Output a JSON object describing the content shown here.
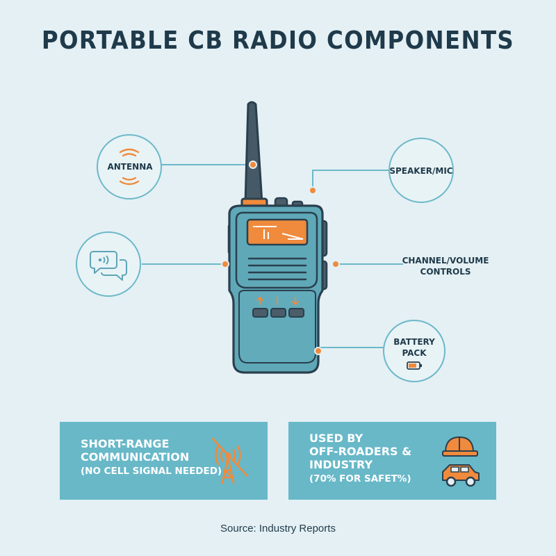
{
  "title": "PORTABLE CB RADIO COMPONENTS",
  "callouts": {
    "antenna": "ANTENNA",
    "speaker_mic": "SPEAKER/MIC",
    "channel_volume_line1": "CHANNEL/VOLUME",
    "channel_volume_line2": "CONTROLS",
    "battery_line1": "BATTERY",
    "battery_line2": "PACK"
  },
  "panels": {
    "left": {
      "line1": "SHORT-RANGE",
      "line2": "COMMUNICATION",
      "line3": "(NO CELL SIGNAL NEEDED)",
      "icon": "no-signal-tower-icon"
    },
    "right": {
      "line1": "USED BY",
      "line2": "OFF-ROADERS &",
      "line3": "INDUSTRY",
      "line4": "(70% FOR SAFET%)",
      "icons": [
        "hard-hat-icon",
        "off-road-vehicle-icon"
      ]
    }
  },
  "source": "Source: Industry Reports",
  "colors": {
    "background": "#e4f0f4",
    "radio_body": "#5fa8b8",
    "outline": "#2a3f4d",
    "accent_orange": "#f08a3c",
    "panel": "#68b8c8",
    "circle_stroke": "#6cb8c8"
  }
}
